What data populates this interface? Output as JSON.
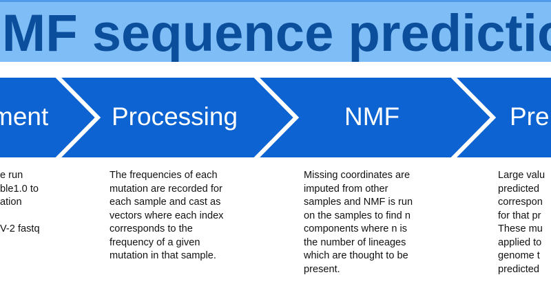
{
  "title": "NMF sequence prediction",
  "colors": {
    "title_band": "#7fbdf7",
    "title_text": "#0b4f9c",
    "chevron_fill": "#0d63d1",
    "chevron_border": "#ffffff",
    "stage_text": "#ffffff",
    "body_text": "#111111"
  },
  "stages": [
    {
      "label": "ment",
      "description": [
        "e run",
        "ble1.0 to",
        "ation",
        "",
        "V-2 fastq"
      ]
    },
    {
      "label": "Processing",
      "description": [
        "The frequencies of each",
        "mutation are recorded for",
        "each sample and cast as",
        "vectors where each index",
        "corresponds to the",
        "frequency of a given",
        "mutation in that sample."
      ]
    },
    {
      "label": "NMF",
      "description": [
        "Missing coordinates are",
        "imputed from other",
        "samples and NMF is run",
        "on the samples to find n",
        "components where n is",
        "the number of lineages",
        "which are thought to be",
        "present."
      ]
    },
    {
      "label": "Pre",
      "description": [
        "Large valu",
        "predicted",
        "correspon",
        "for that pr",
        "These mu",
        "applied to",
        "genome t",
        "predicted"
      ]
    }
  ]
}
